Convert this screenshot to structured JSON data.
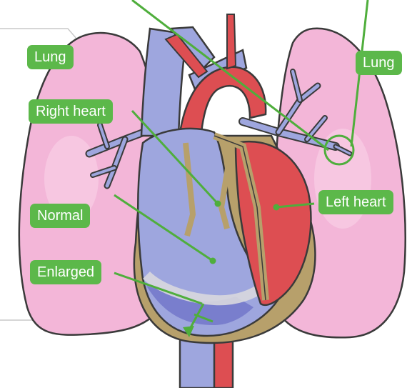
{
  "labels": {
    "lung_left": "Lung",
    "lung_right": "Lung",
    "right_heart": "Right heart",
    "left_heart": "Left heart",
    "normal": "Normal",
    "enlarged": "Enlarged"
  },
  "colors": {
    "label_bg": "#5cb84a",
    "label_text": "#ffffff",
    "pointer_line": "#4fae3c",
    "lung": "#f3b6d8",
    "vein_blue": "#9ea6de",
    "artery_red": "#dd4e52",
    "pericardium": "#b7a06b"
  }
}
